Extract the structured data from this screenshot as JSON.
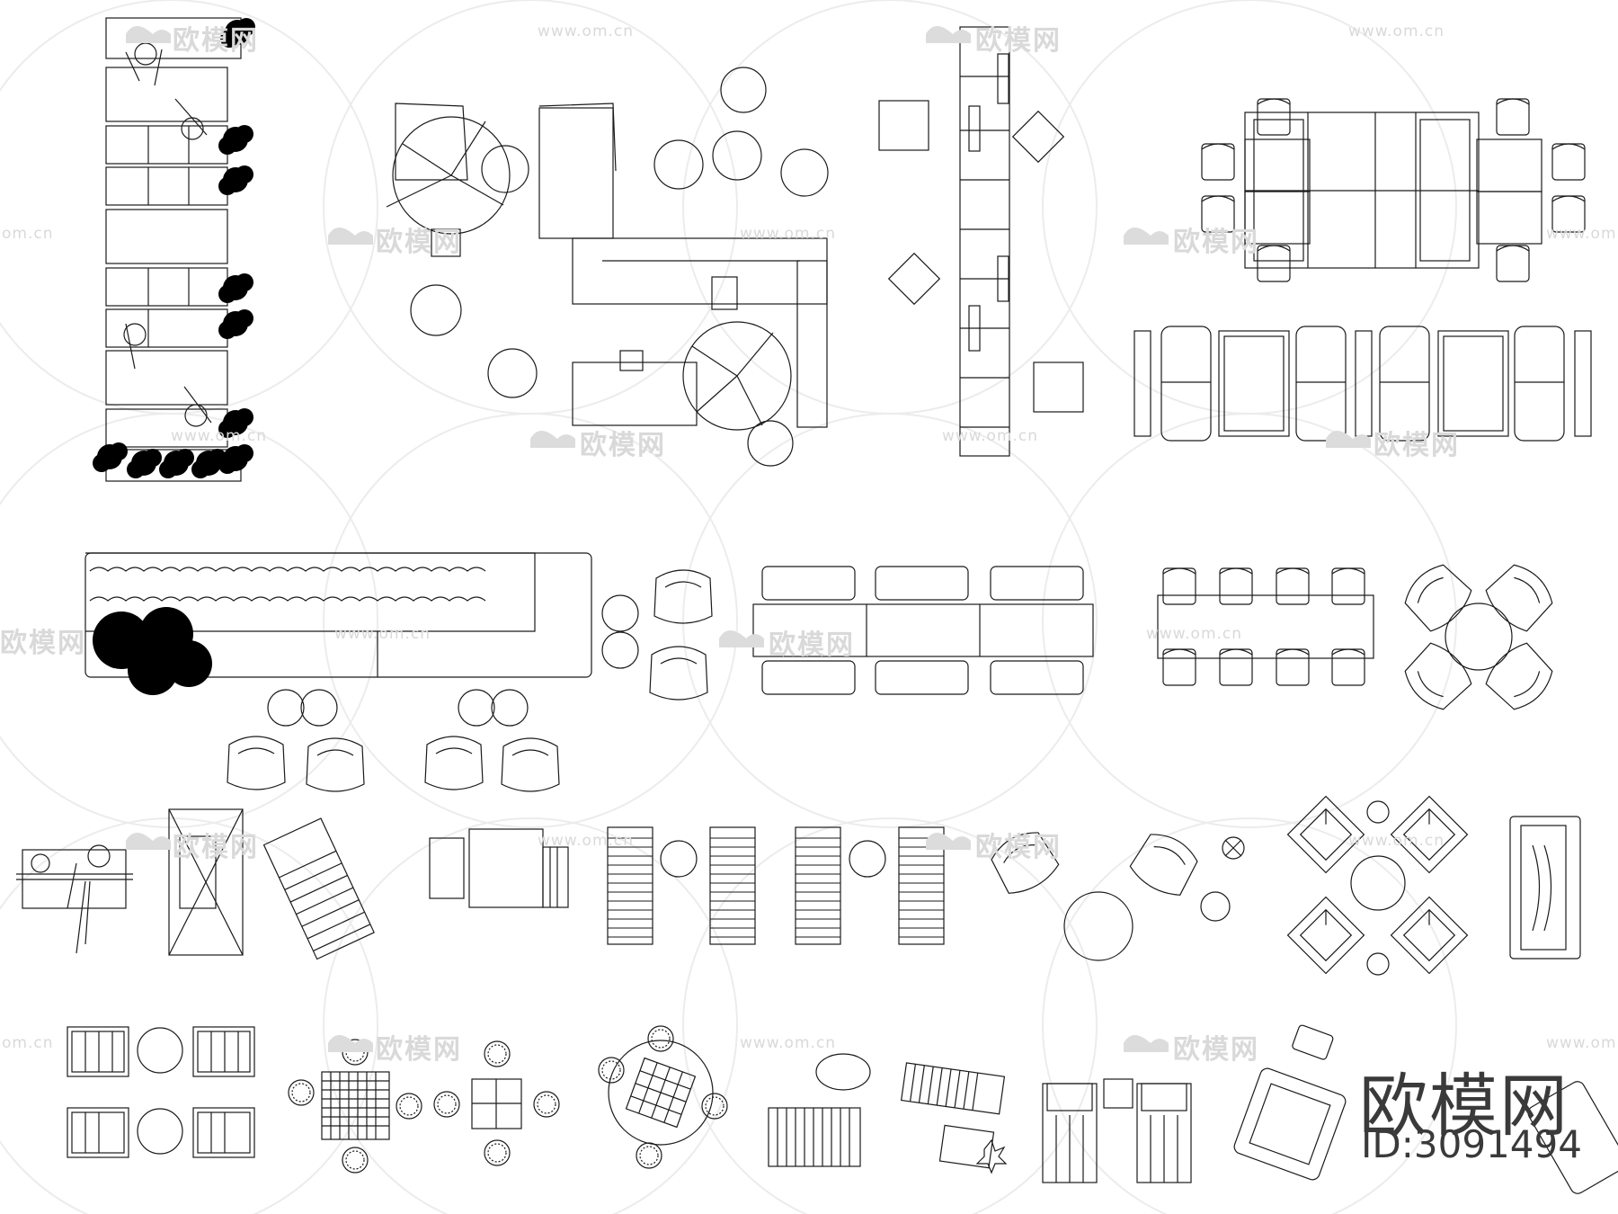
{
  "watermark": {
    "brand": "欧模网",
    "url": "www.om.cn",
    "url_short": "om.cn",
    "color": "#d9d9d9"
  },
  "branding": {
    "name": "欧模网",
    "id_label": "ID:3091494"
  },
  "colors": {
    "line": "#1a1a1a",
    "plant_fill": "#000000",
    "background": "#ffffff"
  }
}
